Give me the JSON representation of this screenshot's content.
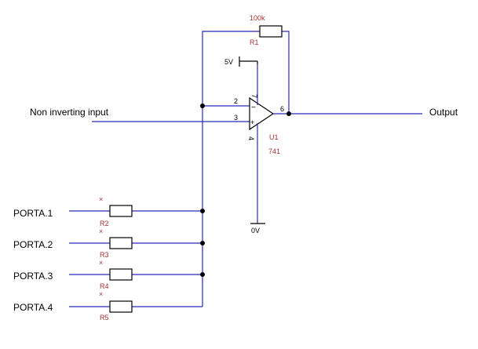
{
  "labels": {
    "non_inverting_input": "Non inverting input",
    "output": "Output",
    "supply": "5V",
    "ground": "0V",
    "porta_1": "PORTA.1",
    "porta_2": "PORTA.2",
    "porta_3": "PORTA.3",
    "porta_4": "PORTA.4"
  },
  "components": {
    "r1": {
      "ref": "R1",
      "value": "100k"
    },
    "r2": {
      "ref": "R2",
      "value": "×"
    },
    "r3": {
      "ref": "R3",
      "value": "×"
    },
    "r4": {
      "ref": "R4",
      "value": "×"
    },
    "r5": {
      "ref": "R5",
      "value": "×"
    },
    "u1": {
      "ref": "U1",
      "value": "741"
    }
  },
  "pins": {
    "p2": "2",
    "p3": "3",
    "p4": "4",
    "p6": "6",
    "p7": "7",
    "minus": "−",
    "plus": "+"
  },
  "colors": {
    "wire": "#2a2ab8",
    "component_label": "#a83232"
  }
}
